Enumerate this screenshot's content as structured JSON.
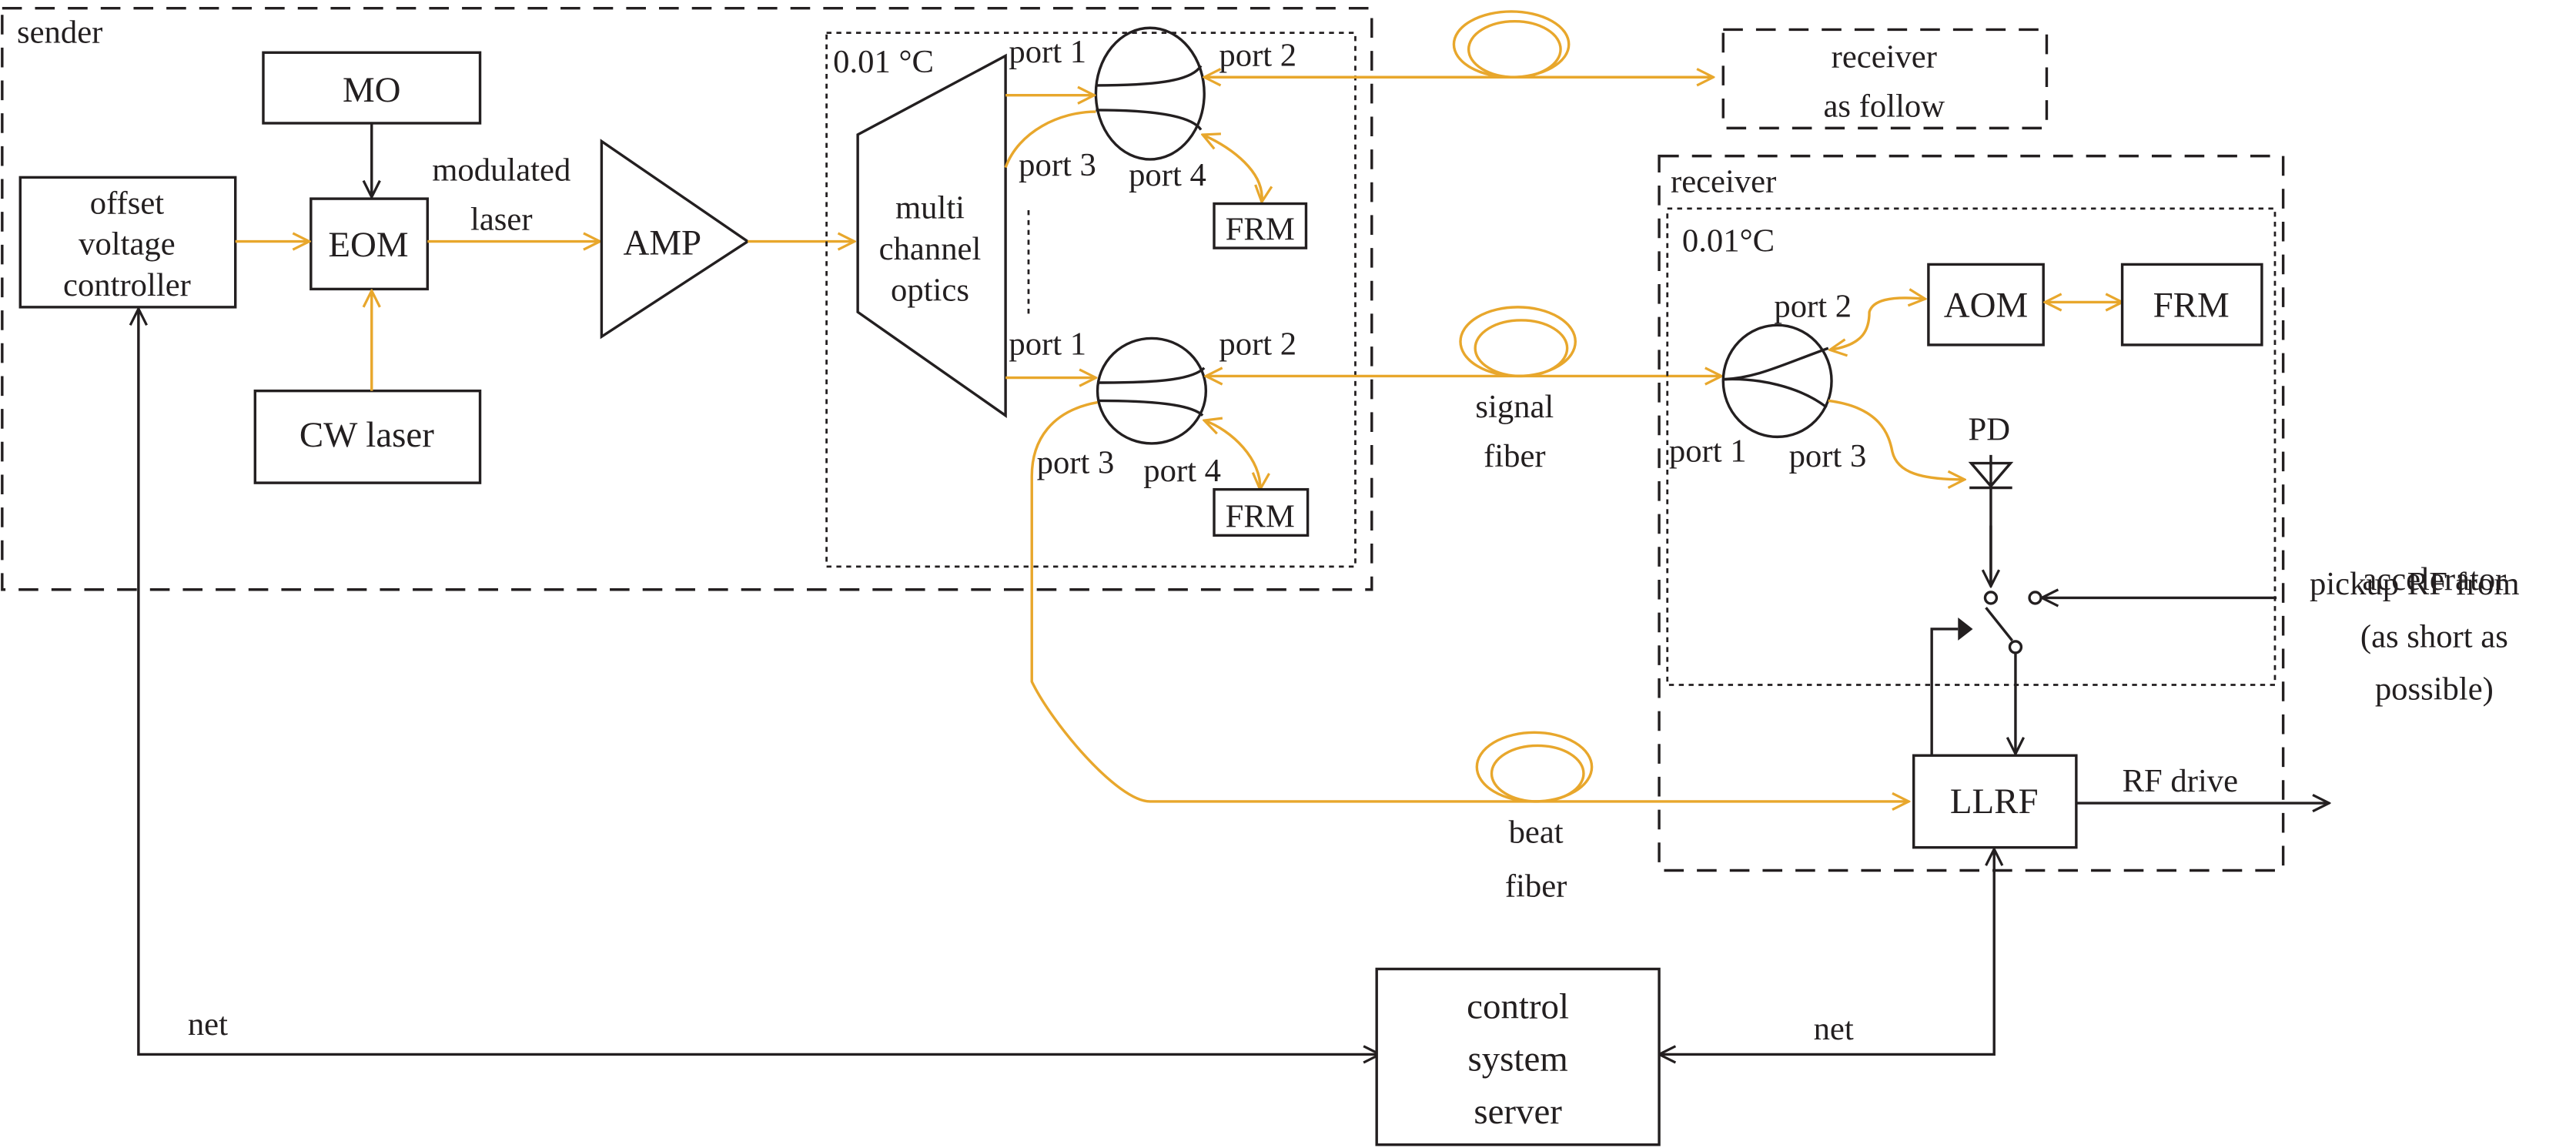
{
  "colors": {
    "optical": "#e8a72c",
    "electrical": "#231f20"
  },
  "groups": {
    "sender": "sender",
    "sender_temp": "0.01 °C",
    "receiver": "receiver",
    "receiver_temp": "0.01°C",
    "receiver_follow": [
      "receiver",
      "as follow"
    ]
  },
  "blocks": {
    "mo": "MO",
    "eom": "EOM",
    "cw_laser": "CW laser",
    "offset_controller": [
      "offset",
      "voltage",
      "controller"
    ],
    "amp": "AMP",
    "mux": [
      "multi",
      "channel",
      "optics"
    ],
    "frm_top": "FRM",
    "frm_mid": "FRM",
    "aom": "AOM",
    "frm_rx": "FRM",
    "pd": "PD",
    "llrf": "LLRF",
    "server": [
      "control",
      "system",
      "server"
    ]
  },
  "labels": {
    "modulated_laser": [
      "modulated",
      "laser"
    ],
    "port1": "port 1",
    "port2": "port 2",
    "port3": "port 3",
    "port4": "port 4",
    "signal_fiber": [
      "signal",
      "fiber"
    ],
    "beat_fiber": [
      "beat",
      "fiber"
    ],
    "pickup": [
      "pickup RF from",
      "accelerator",
      "(as short as",
      "possible)"
    ],
    "rf_drive": "RF drive",
    "net_left": "net",
    "net_right": "net"
  }
}
